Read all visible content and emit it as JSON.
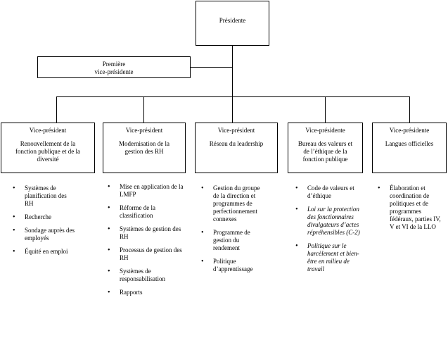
{
  "president": "Présidente",
  "first_vp": [
    "Première",
    "vice-présidente"
  ],
  "vps": [
    {
      "title": "Vice-président",
      "unit": [
        "Renouvellement de la",
        "fonction publique et de la",
        "diversité"
      ],
      "items": [
        "Systèmes de planification des RH",
        "Recherche",
        "Sondage auprès des employés",
        "Équité en emploi"
      ]
    },
    {
      "title": "Vice-président",
      "unit": [
        "Modernisation de la",
        "gestion des RH"
      ],
      "items": [
        "Mise en application de la LMFP",
        "Réforme de la classification",
        "Systèmes de gestion des RH",
        "Processus de gestion des RH",
        "Systèmes de responsabilisation",
        "Rapports"
      ]
    },
    {
      "title": "Vice-président",
      "unit": [
        "Réseau du leadership"
      ],
      "items": [
        "Gestion du groupe de la direction et programmes de perfectionnement connexes",
        "Programme de gestion du rendement",
        "Politique d’apprentissage"
      ]
    },
    {
      "title": "Vice-présidente",
      "unit": [
        "Bureau des valeurs et",
        "de l’éthique de la",
        "fonction publique"
      ],
      "items": [
        "Code de valeurs et d’éthique",
        "Loi sur la protection des fonctionnaires divulgateurs d’actes répréhensibles (C-2)",
        "Politique sur le harcèlement et bien-être en milieu de travail"
      ]
    },
    {
      "title": "Vice-présidente",
      "unit": [
        "Langues officielles"
      ],
      "items": [
        "Élaboration et coordination de politiques et de programmes fédéraux, parties IV, V et VI de la LLO"
      ]
    }
  ]
}
